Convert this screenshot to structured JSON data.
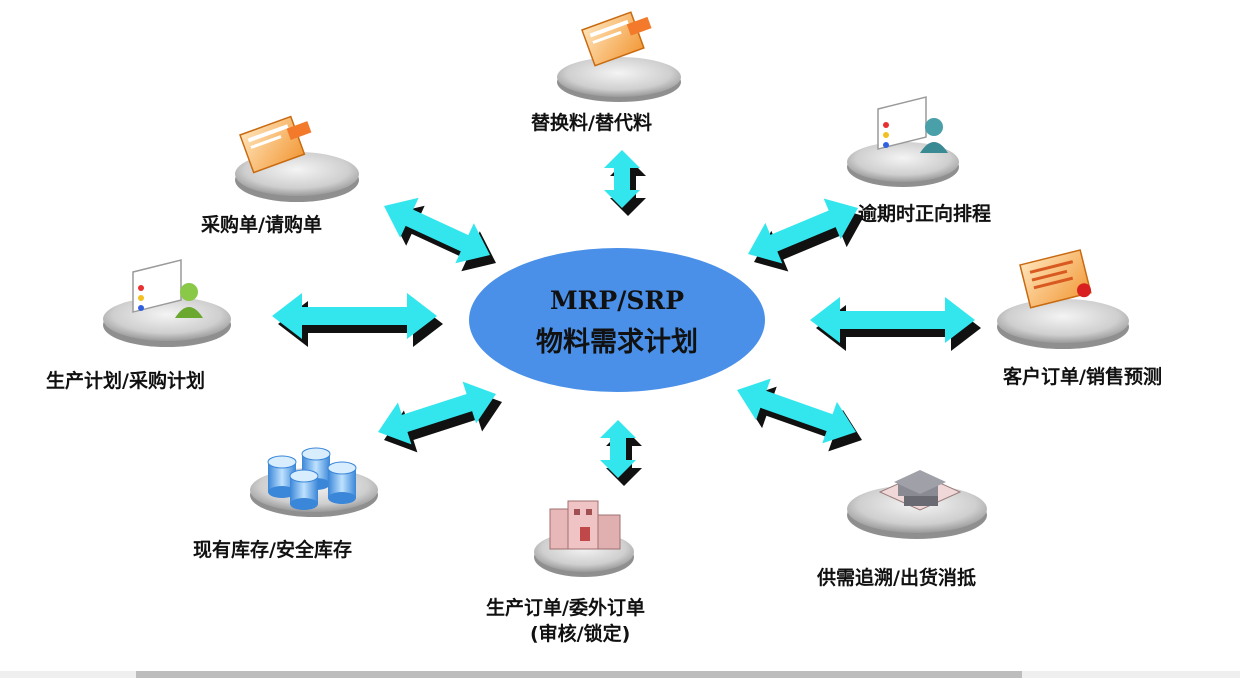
{
  "center": {
    "line1": "MRP/SRP",
    "line2": "物料需求计划",
    "fill": "#4a90e8"
  },
  "arrow_colors": {
    "front": "#33e6ee",
    "shadow": "#111111"
  },
  "nodes": [
    {
      "id": "replacement",
      "label": "替换料/替代料",
      "icon": "clipboard-icon"
    },
    {
      "id": "overdue",
      "label": "逾期时正向排程",
      "icon": "user-chart-icon"
    },
    {
      "id": "customer",
      "label": "客户订单/销售预测",
      "icon": "certificate-icon"
    },
    {
      "id": "supply",
      "label": "供需追溯/出货消抵",
      "icon": "warehouse-icon"
    },
    {
      "id": "production_order",
      "label": "生产订单/委外订单",
      "label2": "(审核/锁定)",
      "icon": "factory-icon"
    },
    {
      "id": "inventory",
      "label": "现有库存/安全库存",
      "icon": "database-icon"
    },
    {
      "id": "plan",
      "label": "生产计划/采购计划",
      "icon": "user-chart-icon"
    },
    {
      "id": "purchase",
      "label": "采购单/请购单",
      "icon": "clipboard-icon"
    }
  ]
}
